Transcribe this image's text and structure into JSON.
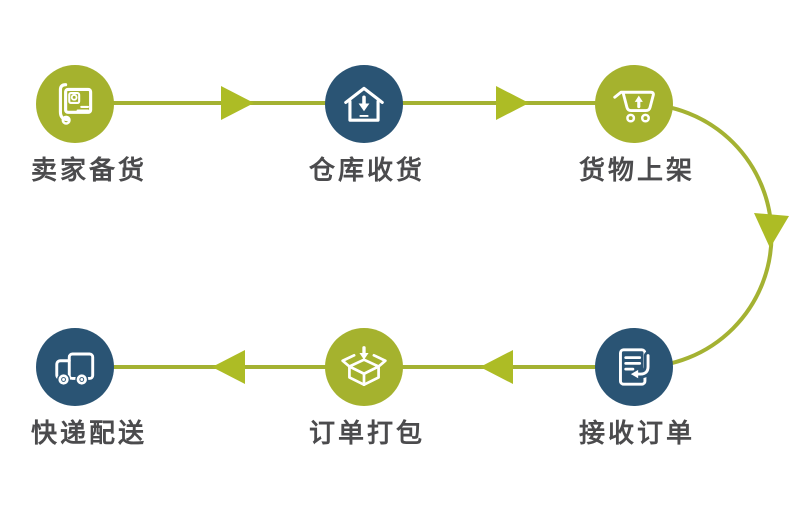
{
  "diagram": {
    "type": "process-flow",
    "description": "Warehouse order fulfillment process, 6 steps in a horseshoe flow: top row left-to-right, curve down on right, bottom row right-to-left"
  },
  "colors": {
    "node_green": "#a5b22e",
    "node_blue": "#2a5474",
    "connector_line": "#a4b232",
    "arrowhead": "#adbc25",
    "label_text": "#4b4b4d",
    "icon_stroke": "#ffffff",
    "background": "#ffffff"
  },
  "steps": [
    {
      "order": 1,
      "label": "卖家备货",
      "icon": "hand-truck-icon",
      "circle_color": "green"
    },
    {
      "order": 2,
      "label": "仓库收货",
      "icon": "warehouse-receive-icon",
      "circle_color": "blue"
    },
    {
      "order": 3,
      "label": "货物上架",
      "icon": "cart-shelve-icon",
      "circle_color": "green"
    },
    {
      "order": 4,
      "label": "接收订单",
      "icon": "order-receive-icon",
      "circle_color": "blue"
    },
    {
      "order": 5,
      "label": "订单打包",
      "icon": "box-pack-icon",
      "circle_color": "green"
    },
    {
      "order": 6,
      "label": "快递配送",
      "icon": "truck-delivery-icon",
      "circle_color": "blue"
    }
  ],
  "connectors": [
    {
      "from": 1,
      "to": 2,
      "shape": "line",
      "arrow_direction": "right"
    },
    {
      "from": 2,
      "to": 3,
      "shape": "line",
      "arrow_direction": "right"
    },
    {
      "from": 3,
      "to": 4,
      "shape": "curve",
      "arrow_direction": "down"
    },
    {
      "from": 4,
      "to": 5,
      "shape": "line",
      "arrow_direction": "left"
    },
    {
      "from": 5,
      "to": 6,
      "shape": "line",
      "arrow_direction": "left"
    }
  ]
}
